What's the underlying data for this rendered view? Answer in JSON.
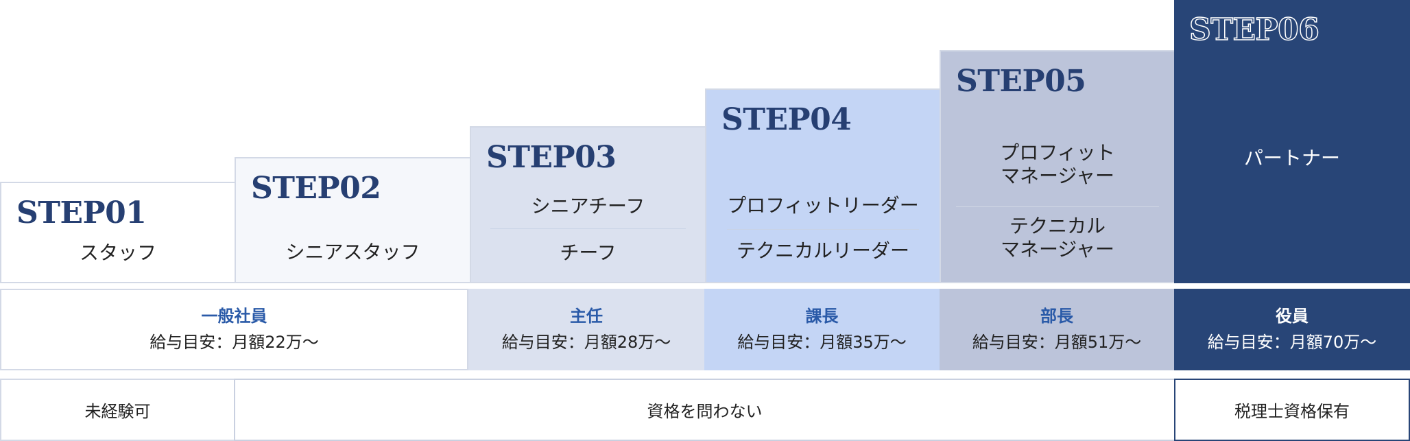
{
  "steps": [
    {
      "label": "STEP01",
      "roles": [
        "スタッフ"
      ]
    },
    {
      "label": "STEP02",
      "roles": [
        "シニアスタッフ"
      ]
    },
    {
      "label": "STEP03",
      "roles": [
        "シニアチーフ",
        "チーフ"
      ]
    },
    {
      "label": "STEP04",
      "roles": [
        "プロフィットリーダー",
        "テクニカルリーダー"
      ]
    },
    {
      "label": "STEP05",
      "roles": [
        "プロフィット",
        "マネージャー",
        "テクニカル",
        "マネージャー"
      ]
    },
    {
      "label": "STEP06",
      "roles": [
        "パートナー"
      ]
    }
  ],
  "positions": [
    {
      "title": "一般社員",
      "salary": "給与目安：月額22万〜"
    },
    {
      "title": "主任",
      "salary": "給与目安：月額28万〜"
    },
    {
      "title": "課長",
      "salary": "給与目安：月額35万〜"
    },
    {
      "title": "部長",
      "salary": "給与目安：月額51万〜"
    },
    {
      "title": "役員",
      "salary": "給与目安：月額70万〜"
    }
  ],
  "requirements": [
    "未経験可",
    "資格を問わない",
    "税理士資格保有"
  ],
  "colors": {
    "step_title": "#263f72",
    "position_title": "#2a5aa8",
    "step01_bg": "#ffffff",
    "step02_bg": "#f5f7fb",
    "step03_bg": "#dbe1ef",
    "step04_bg": "#c4d5f5",
    "step05_bg": "#bcc4da",
    "step06_bg": "#284577"
  }
}
